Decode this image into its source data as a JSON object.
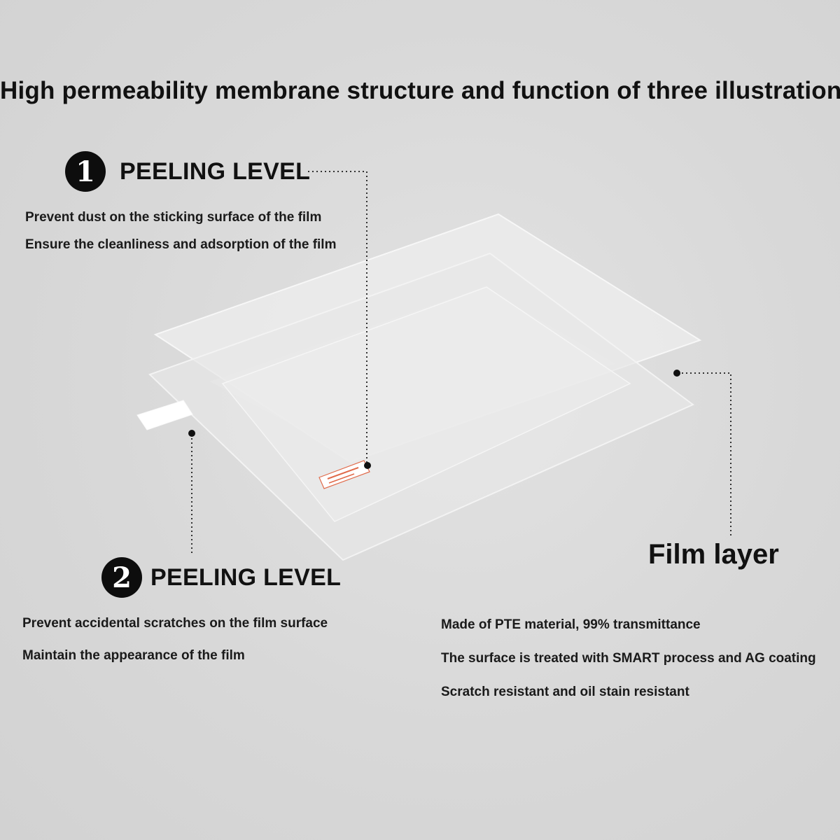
{
  "title": "High permeability membrane structure and function of three illustration",
  "layer1": {
    "number": "1",
    "heading": "PEELING LEVEL",
    "lines": [
      "Prevent dust on the sticking surface of the film",
      "Ensure the cleanliness and adsorption of the film"
    ]
  },
  "layer2": {
    "number": "2",
    "heading": "PEELING LEVEL",
    "lines": [
      "Prevent accidental scratches on the film surface",
      "Maintain the appearance of the film"
    ]
  },
  "film": {
    "label": "Film layer",
    "lines": [
      "Made of PTE material, 99% transmittance",
      "The surface is treated with SMART process and AG coating",
      "Scratch resistant and oil stain resistant"
    ]
  },
  "colors": {
    "background": "#d6d6d6",
    "text": "#111111",
    "badge": "#0d0d0d",
    "sheet": "#ececec",
    "tab": "#ffffff",
    "sticker": "#e06a4a"
  }
}
